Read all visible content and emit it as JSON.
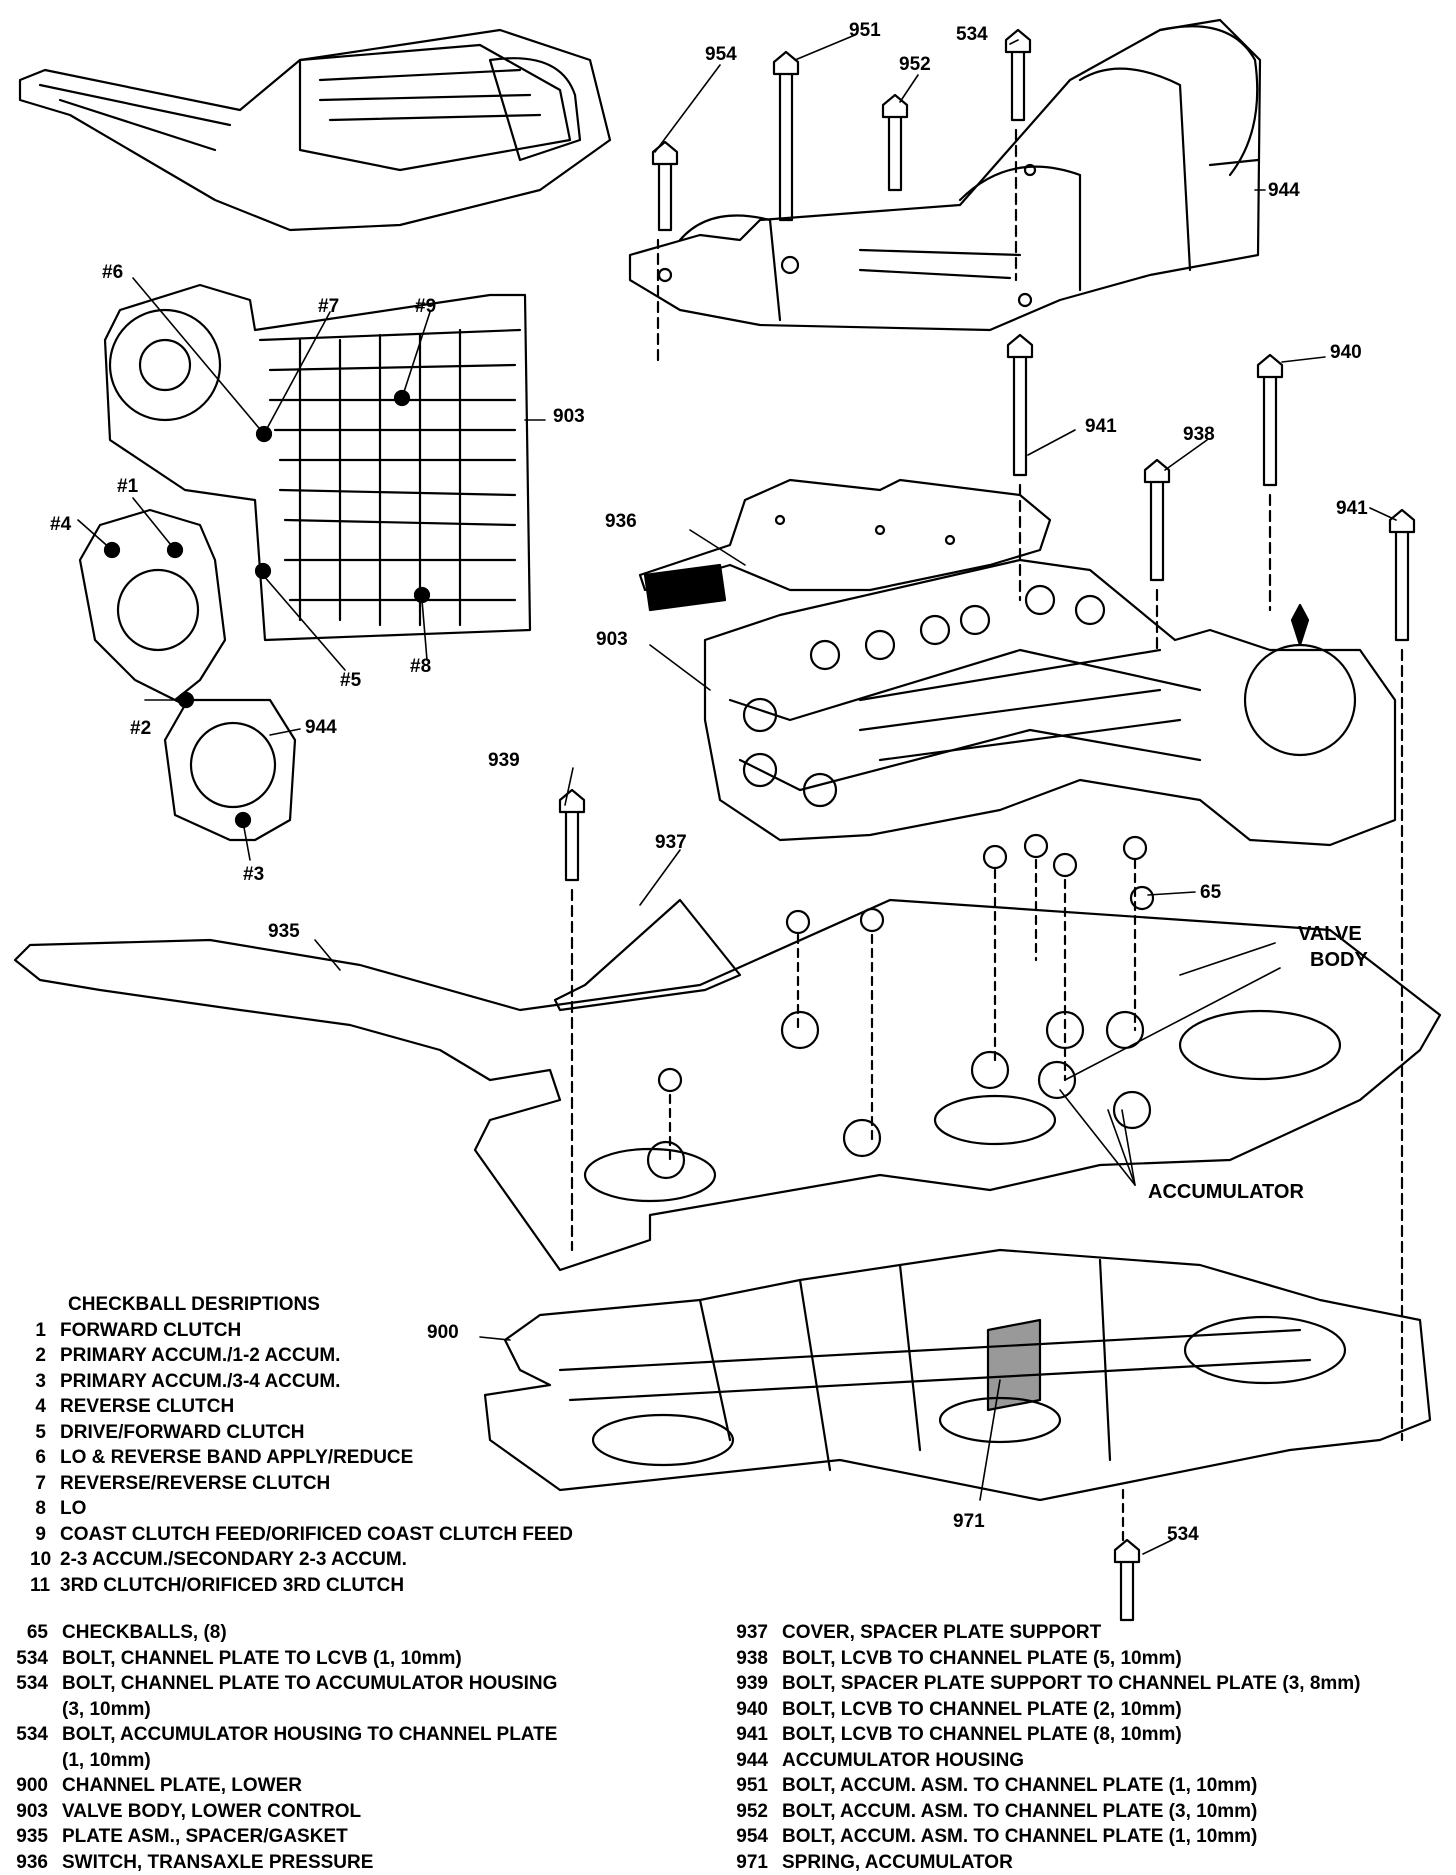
{
  "callouts": {
    "c954": "954",
    "c951": "951",
    "c952": "952",
    "c534_top": "534",
    "c944_top": "944",
    "c940": "940",
    "c941_a": "941",
    "c938": "938",
    "c941_b": "941",
    "c936": "936",
    "c903_vb": "903",
    "c903_plate": "903",
    "c939": "939",
    "c937": "937",
    "c65": "65",
    "c935": "935",
    "c944_gasket": "944",
    "c900": "900",
    "c971": "971",
    "c534_bottom": "534",
    "m6": "#6",
    "m7": "#7",
    "m9": "#9",
    "m1": "#1",
    "m4": "#4",
    "m5": "#5",
    "m8": "#8",
    "m2": "#2",
    "m3": "#3",
    "valve_body_line1": "VALVE",
    "valve_body_line2": "BODY",
    "accumulator": "ACCUMULATOR"
  },
  "checkballs": {
    "title": "CHECKBALL DESRIPTIONS",
    "items": [
      {
        "num": "1",
        "text": "FORWARD CLUTCH"
      },
      {
        "num": "2",
        "text": "PRIMARY ACCUM./1-2 ACCUM."
      },
      {
        "num": "3",
        "text": "PRIMARY ACCUM./3-4 ACCUM."
      },
      {
        "num": "4",
        "text": "REVERSE CLUTCH"
      },
      {
        "num": "5",
        "text": "DRIVE/FORWARD CLUTCH"
      },
      {
        "num": "6",
        "text": "LO & REVERSE BAND APPLY/REDUCE"
      },
      {
        "num": "7",
        "text": "REVERSE/REVERSE CLUTCH"
      },
      {
        "num": "8",
        "text": "LO"
      },
      {
        "num": "9",
        "text": "COAST CLUTCH FEED/ORIFICED COAST CLUTCH FEED"
      },
      {
        "num": "10",
        "text": "2-3 ACCUM./SECONDARY 2-3 ACCUM."
      },
      {
        "num": "11",
        "text": "3RD CLUTCH/ORIFICED 3RD CLUTCH"
      }
    ]
  },
  "parts_left": [
    {
      "num": "65",
      "text": "CHECKBALLS, (8)"
    },
    {
      "num": "534",
      "text": "BOLT, CHANNEL PLATE TO LCVB  (1, 10mm)"
    },
    {
      "num": "534",
      "text": "BOLT, CHANNEL PLATE TO ACCUMULATOR HOUSING"
    },
    {
      "num": "",
      "text": "(3, 10mm)"
    },
    {
      "num": "534",
      "text": "BOLT, ACCUMULATOR HOUSING TO CHANNEL PLATE"
    },
    {
      "num": "",
      "text": "(1, 10mm)"
    },
    {
      "num": "900",
      "text": "CHANNEL PLATE, LOWER"
    },
    {
      "num": "903",
      "text": "VALVE BODY, LOWER CONTROL"
    },
    {
      "num": "935",
      "text": "PLATE ASM., SPACER/GASKET"
    },
    {
      "num": "936",
      "text": "SWITCH, TRANSAXLE PRESSURE"
    }
  ],
  "parts_right": [
    {
      "num": "937",
      "text": "COVER, SPACER PLATE SUPPORT"
    },
    {
      "num": "938",
      "text": "BOLT, LCVB TO CHANNEL PLATE (5, 10mm)"
    },
    {
      "num": "939",
      "text": "BOLT, SPACER PLATE SUPPORT TO CHANNEL PLATE (3, 8mm)"
    },
    {
      "num": "940",
      "text": "BOLT, LCVB TO CHANNEL PLATE (2, 10mm)"
    },
    {
      "num": "941",
      "text": "BOLT, LCVB TO CHANNEL PLATE (8, 10mm)"
    },
    {
      "num": "944",
      "text": "ACCUMULATOR HOUSING"
    },
    {
      "num": "951",
      "text": "BOLT, ACCUM. ASM. TO CHANNEL PLATE (1, 10mm)"
    },
    {
      "num": "952",
      "text": "BOLT, ACCUM. ASM. TO CHANNEL PLATE (3, 10mm)"
    },
    {
      "num": "954",
      "text": "BOLT, ACCUM. ASM. TO CHANNEL PLATE (1, 10mm)"
    },
    {
      "num": "971",
      "text": "SPRING, ACCUMULATOR"
    }
  ]
}
